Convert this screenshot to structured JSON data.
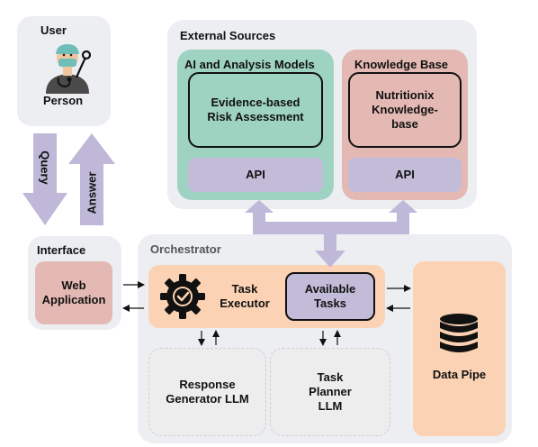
{
  "user": {
    "title": "User",
    "label": "Person"
  },
  "arrows": {
    "query": "Query",
    "answer": "Answer"
  },
  "interface": {
    "title": "Interface",
    "web_app": "Web Application"
  },
  "external": {
    "title": "External Sources",
    "ai": {
      "title": "AI and Analysis Models",
      "model": "Evidence-based Risk Assessment",
      "api": "API"
    },
    "kb": {
      "title": "Knowledge Base",
      "base": "Nutritionix Knowledge-base",
      "api": "API"
    }
  },
  "orchestrator": {
    "title": "Orchestrator",
    "task_executor": "Task Executor",
    "available_tasks": "Available Tasks",
    "response_generator": "Response Generator LLM",
    "task_planner": "Task Planner LLM",
    "data_pipe": "Data Pipe"
  },
  "colors": {
    "panel_gray": "#eceef2",
    "green": "#9fd3c1",
    "pink": "#e4b9b4",
    "purple": "#c3bcd9",
    "orange": "#fcd2b4",
    "gray_box": "#ededed",
    "arrow_purple": "#bfb8d8"
  },
  "icons": [
    "person-with-stethoscope-icon",
    "gear-check-icon",
    "database-icon"
  ]
}
